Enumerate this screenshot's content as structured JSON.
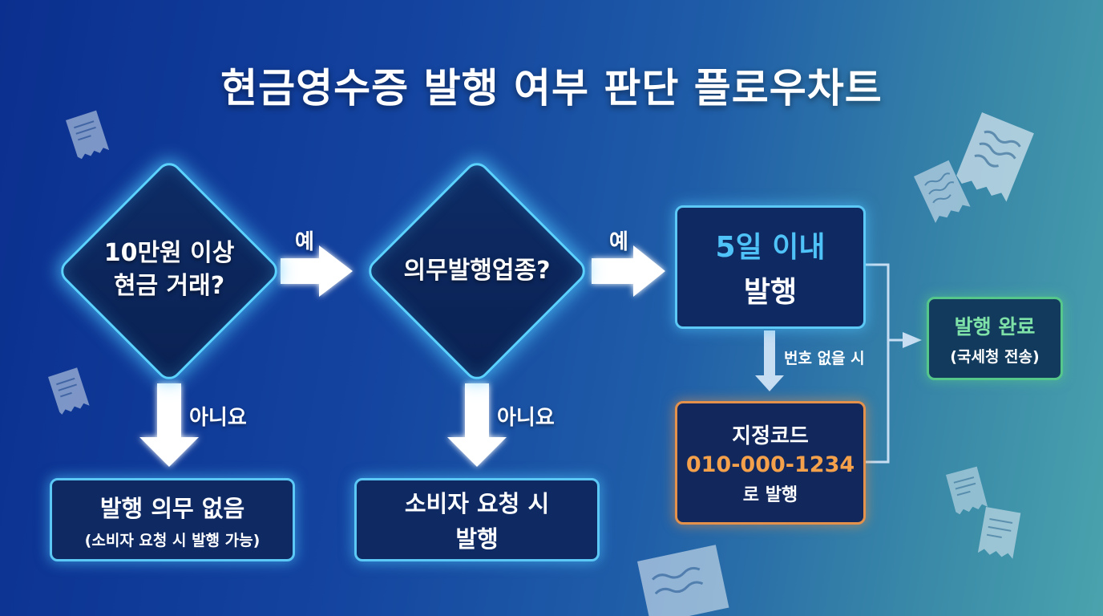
{
  "title": "현금영수증 발행 여부 판단 플로우차트",
  "decisions": [
    {
      "line1": "10만원 이상",
      "line2": "현금 거래?"
    },
    {
      "line1": "의무발행업종?"
    }
  ],
  "edge_labels": {
    "yes1": "예",
    "yes2": "예",
    "no1": "아니요",
    "no2": "아니요",
    "no_number": "번호 없을 시"
  },
  "outcomes": {
    "no_obligation": {
      "line1": "발행 의무 없음",
      "line2": "(소비자 요청 시 발행 가능)"
    },
    "on_request": {
      "line1": "소비자 요청 시",
      "line2": "발행"
    },
    "within_5_days": {
      "line1": "5일 이내",
      "line2": "발행"
    },
    "designated_code": {
      "line1": "지정코드",
      "code": "010-000-1234",
      "line3": "로 발행"
    },
    "complete": {
      "line1": "발행 완료",
      "line2": "(국세청 전송)"
    }
  },
  "colors": {
    "accent_cyan": "#5cd3ff",
    "highlight_blue": "#4fc3f7",
    "code_orange": "#f5a04a",
    "complete_green": "#7ee2a8"
  },
  "icons": [
    "receipt-icon"
  ]
}
